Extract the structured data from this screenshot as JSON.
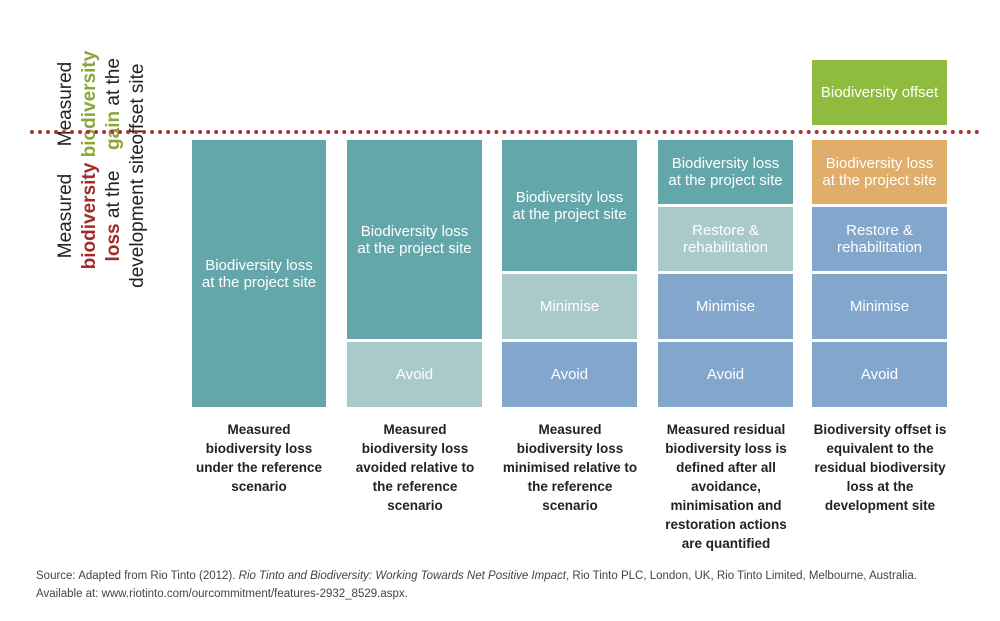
{
  "left_labels": {
    "top": {
      "line1": "Measured",
      "line2_emph": "biodiversity",
      "line3_emph": "gain",
      "line3_rest": " at the",
      "line4": "offset site"
    },
    "bottom": {
      "line1": "Measured",
      "line2_emph": "biodiversity",
      "line3_emph": "loss",
      "line3_rest": " at the",
      "line4": "development site"
    }
  },
  "colors": {
    "loss": "#63a7aa",
    "avoided_light": "#a9c9cb",
    "mitigation_blue": "#82a6cc",
    "residual_orange": "#e0ad6b",
    "offset_green": "#8fbb3e",
    "divider_red": "#a8323a"
  },
  "columns": [
    {
      "blocks": [
        {
          "text": "Biodiversity loss at the project site"
        }
      ],
      "caption": "Measured biodiversity loss under the reference scenario"
    },
    {
      "blocks": [
        {
          "text": "Biodiversity loss at the project site"
        },
        {
          "text": "Avoid"
        }
      ],
      "caption": "Measured biodiversity loss avoided relative to the reference scenario"
    },
    {
      "blocks": [
        {
          "text": "Biodiversity loss at the project site"
        },
        {
          "text": "Minimise"
        },
        {
          "text": "Avoid"
        }
      ],
      "caption": "Measured biodiversity loss minimised relative to the reference scenario"
    },
    {
      "blocks": [
        {
          "text": "Biodiversity loss at the project site"
        },
        {
          "text": "Restore & rehabilitation"
        },
        {
          "text": "Minimise"
        },
        {
          "text": "Avoid"
        }
      ],
      "caption": "Measured residual biodiversity loss is defined after all avoidance, minimisation and restoration actions are quantified"
    },
    {
      "offset_block": {
        "text": "Biodiversity offset"
      },
      "blocks": [
        {
          "text": "Biodiversity loss at the project site"
        },
        {
          "text": "Restore & rehabilitation"
        },
        {
          "text": "Minimise"
        },
        {
          "text": "Avoid"
        }
      ],
      "caption": "Biodiversity offset is equivalent to the residual biodiversity loss at the development site"
    }
  ],
  "source": {
    "prefix": "Source: Adapted from Rio Tinto (2012). ",
    "title": "Rio Tinto and Biodiversity: Working Towards Net Positive Impact",
    "suffix": ", Rio Tinto PLC, London, UK, Rio Tinto Limited, Melbourne, Australia.",
    "line2": "Available at: www.riotinto.com/ourcommitment/features-2932_8529.aspx."
  }
}
